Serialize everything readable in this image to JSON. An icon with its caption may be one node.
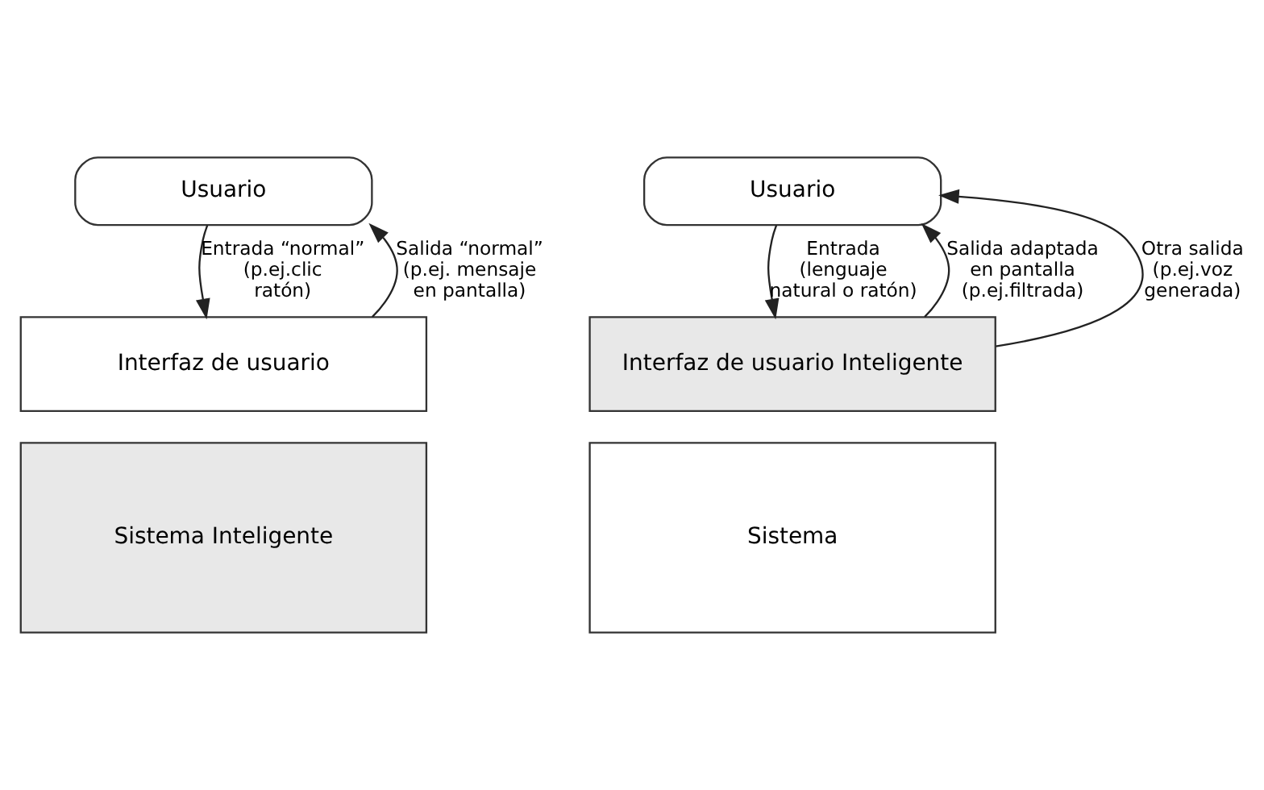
{
  "diagram": {
    "nodes": [
      {
        "text": [
          "Usuario"
        ]
      },
      {
        "text": [
          "Interfaz de usuario"
        ]
      },
      {
        "text": [
          "Sistema Inteligente"
        ]
      },
      {
        "text": [
          "Usuario"
        ]
      },
      {
        "text": [
          "Interfaz de usuario Inteligente"
        ]
      },
      {
        "text": [
          "Sistema"
        ]
      }
    ],
    "edges": [
      {
        "from": 0,
        "to": 1,
        "arrow": "to",
        "label": "Entrada “normal” (p.ej.clic ratón)"
      },
      {
        "from": 1,
        "to": 0,
        "arrow": "to",
        "label": "Salida “normal” (p.ej. mensaje en pantalla)"
      },
      {
        "from": 3,
        "to": 4,
        "arrow": "to",
        "label": "Entrada (lenguaje natural o ratón)"
      },
      {
        "from": 4,
        "to": 3,
        "arrow": "to",
        "label": "Salida adaptada en pantalla (p.ej.filtrada)"
      },
      {
        "from": 4,
        "to": 3,
        "arrow": "to",
        "label": "Otra salida (p.ej.voz generada)"
      }
    ]
  }
}
